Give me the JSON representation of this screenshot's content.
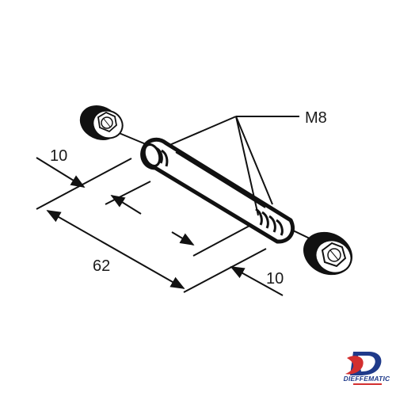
{
  "diagram": {
    "thread_label": "M8",
    "overall_length": "62",
    "thread_length_left": "10",
    "thread_length_right": "10"
  },
  "logo": {
    "text": "DIEFFEMATIC",
    "colors": {
      "primary": "#1f3a8a",
      "accent": "#d32f2f"
    }
  }
}
